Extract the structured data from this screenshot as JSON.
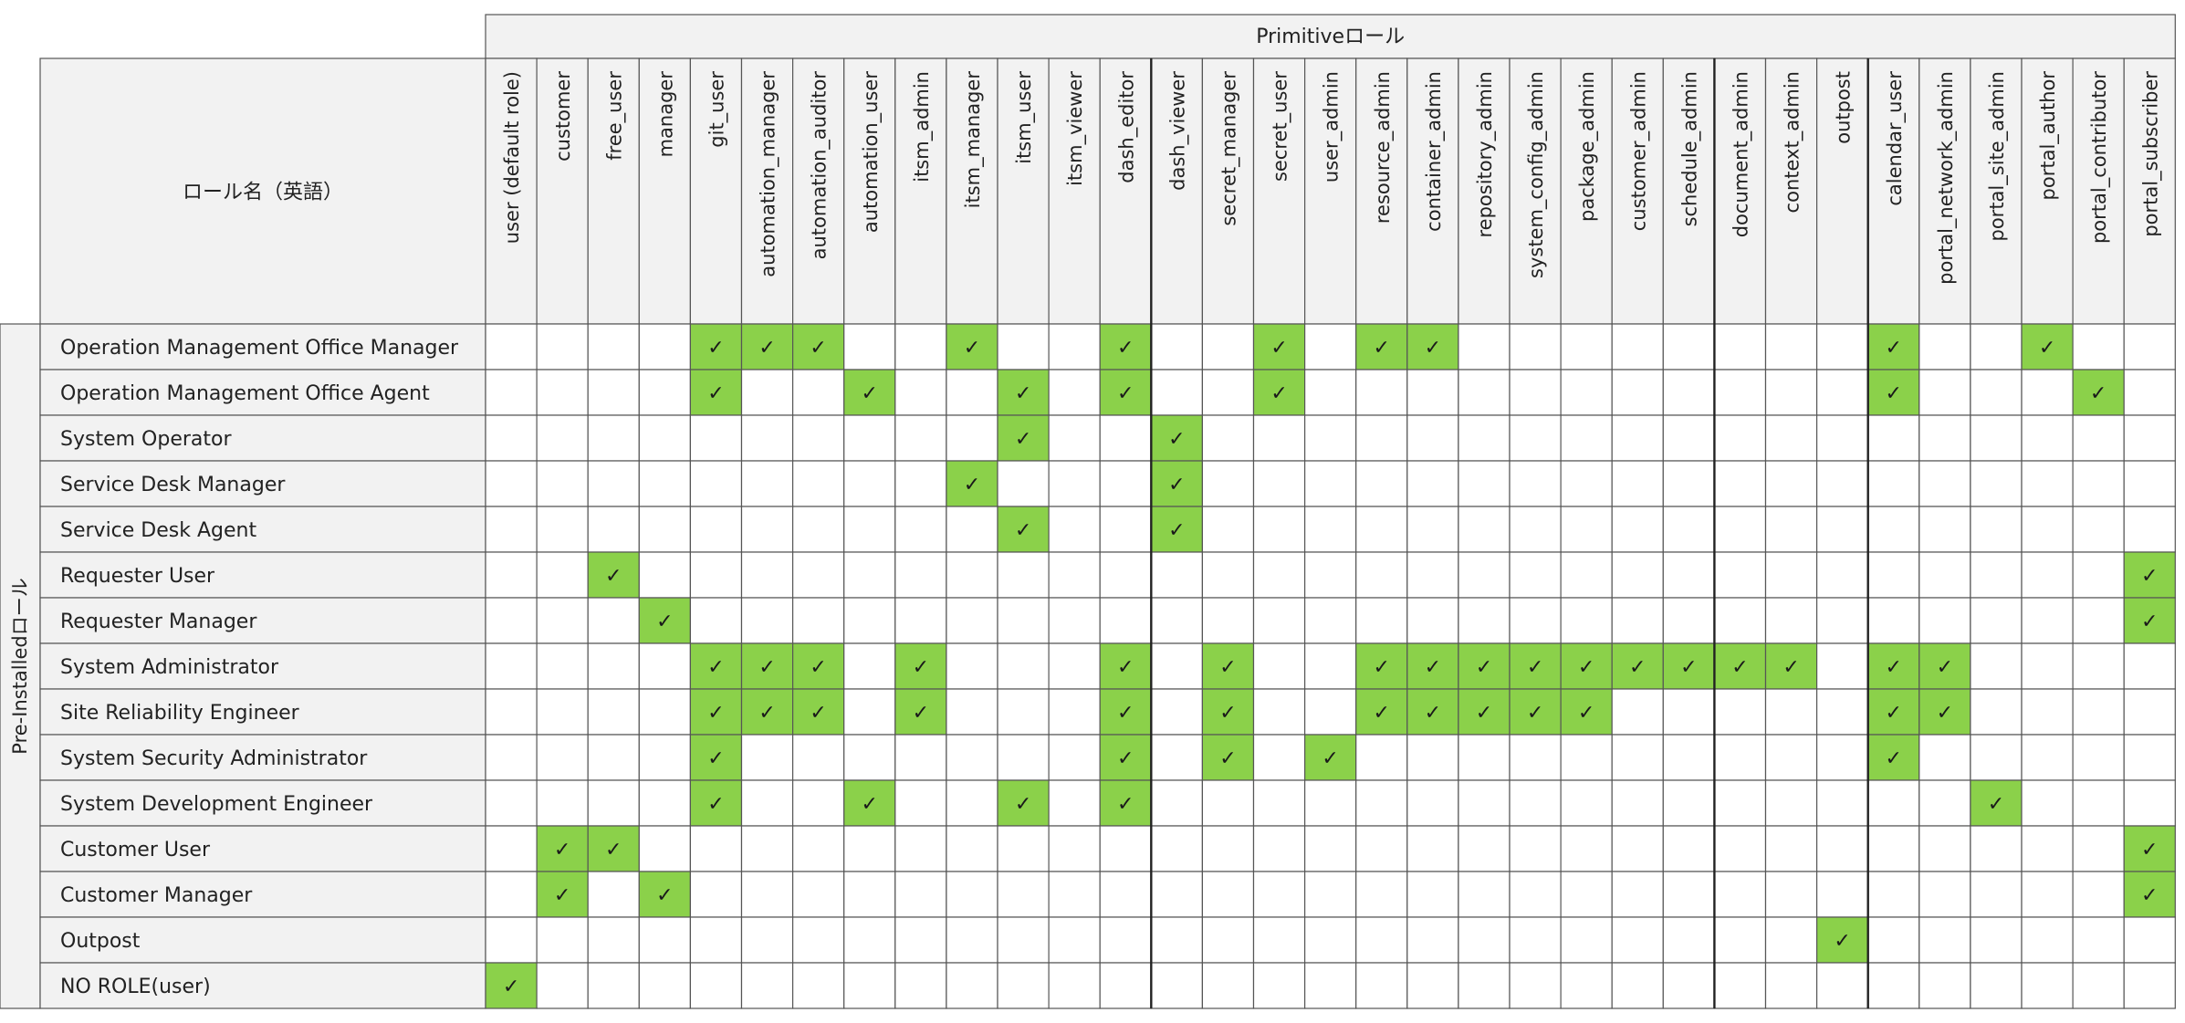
{
  "header": {
    "primitive_group": "Primitiveロール",
    "role_name_header": "ロール名（英語）",
    "preinstalled_group": "Pre-Installedロール"
  },
  "check_mark": "✓",
  "colors": {
    "checked": "#8bd14a",
    "header_bg": "#f2f2f2",
    "grid": "#555555"
  },
  "columns": [
    "user (default role)",
    "customer",
    "free_user",
    "manager",
    "git_user",
    "automation_manager",
    "automation_auditor",
    "automation_user",
    "itsm_admin",
    "itsm_manager",
    "itsm_user",
    "itsm_viewer",
    "dash_editor",
    "dash_viewer",
    "secret_manager",
    "secret_user",
    "user_admin",
    "resource_admin",
    "container_admin",
    "repository_admin",
    "system_config_admin",
    "package_admin",
    "customer_admin",
    "schedule_admin",
    "document_admin",
    "context_admin",
    "outpost",
    "calendar_user",
    "portal_network_admin",
    "portal_site_admin",
    "portal_author",
    "portal_contributor",
    "portal_subscriber"
  ],
  "rows": [
    {
      "name": "Operation Management Office Manager",
      "checks": [
        4,
        5,
        6,
        9,
        12,
        15,
        17,
        18,
        27,
        30
      ]
    },
    {
      "name": "Operation Management Office Agent",
      "checks": [
        4,
        7,
        10,
        12,
        15,
        27,
        31
      ]
    },
    {
      "name": "System Operator",
      "checks": [
        10,
        13
      ]
    },
    {
      "name": "Service Desk Manager",
      "checks": [
        9,
        13
      ]
    },
    {
      "name": "Service Desk Agent",
      "checks": [
        10,
        13
      ]
    },
    {
      "name": "Requester User",
      "checks": [
        2,
        32
      ]
    },
    {
      "name": "Requester Manager",
      "checks": [
        3,
        32
      ]
    },
    {
      "name": "System Administrator",
      "checks": [
        4,
        5,
        6,
        8,
        12,
        14,
        17,
        18,
        19,
        20,
        21,
        22,
        23,
        24,
        25,
        27,
        28
      ]
    },
    {
      "name": "Site Reliability Engineer",
      "checks": [
        4,
        5,
        6,
        8,
        12,
        14,
        17,
        18,
        19,
        20,
        21,
        27,
        28
      ]
    },
    {
      "name": "System Security Administrator",
      "checks": [
        4,
        12,
        14,
        16,
        27
      ]
    },
    {
      "name": "System Development Engineer",
      "checks": [
        4,
        7,
        10,
        12,
        29
      ]
    },
    {
      "name": "Customer User",
      "checks": [
        1,
        2,
        32
      ]
    },
    {
      "name": "Customer Manager",
      "checks": [
        1,
        3,
        32
      ]
    },
    {
      "name": "Outpost",
      "checks": [
        26
      ]
    },
    {
      "name": "NO ROLE(user)",
      "checks": [
        0
      ]
    }
  ]
}
